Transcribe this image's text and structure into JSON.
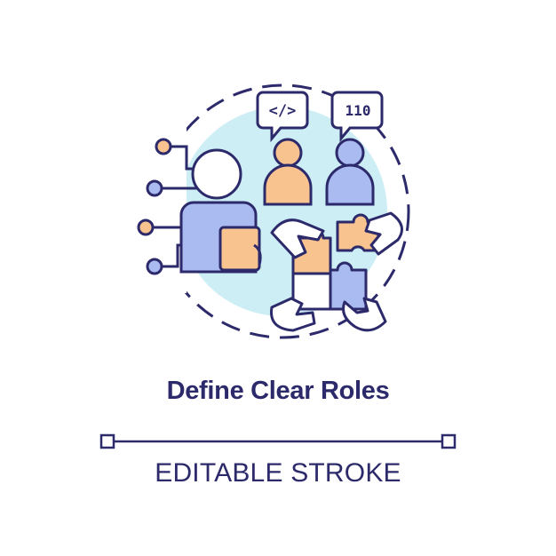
{
  "colors": {
    "stroke": "#2c2a6b",
    "orange": "#f8c38f",
    "blue": "#a9bbf0",
    "light_blue": "#cdeef5",
    "white": "#ffffff"
  },
  "icon": {
    "code_bubble_text": "</>",
    "binary_bubble_text": "110"
  },
  "title": "Define Clear Roles",
  "subtitle": "EDITABLE STROKE"
}
